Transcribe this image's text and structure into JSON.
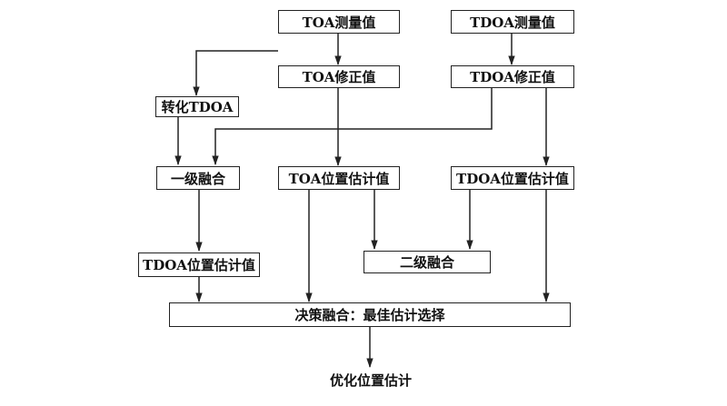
{
  "nodes": {
    "toa_measure": "TOA测量值",
    "tdoa_measure": "TDOA测量值",
    "toa_correct": "TOA修正值",
    "tdoa_correct": "TDOA修正值",
    "convert_tdoa": "转化TDOA",
    "level1_fusion": "一级融合",
    "toa_position": "TOA位置估计值",
    "tdoa_position_right": "TDOA位置估计值",
    "tdoa_position_left": "TDOA位置估计值",
    "level2_fusion": "二级融合",
    "decision_fusion": "决策融合：最佳估计选择",
    "output": "优化位置估计"
  }
}
